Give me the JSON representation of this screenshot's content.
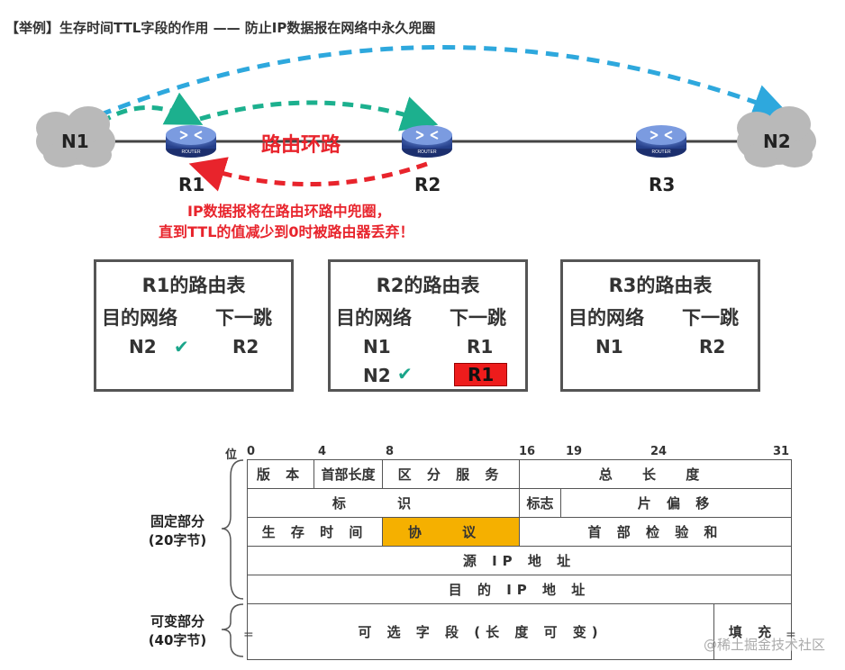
{
  "title": "【举例】生存时间TTL字段的作用 —— 防止IP数据报在网络中永久兜圈",
  "colors": {
    "blue_arrow": "#2ea8dd",
    "green_arrow": "#1cb08e",
    "red_arrow": "#e8242c",
    "highlight_cell": "#f5b000",
    "drop_cell": "#ee1c1c"
  },
  "network": {
    "clouds": [
      {
        "label": "N1"
      },
      {
        "label": "N2"
      }
    ],
    "routers": [
      {
        "label": "R1",
        "icon_text": "ROUTER"
      },
      {
        "label": "R2",
        "icon_text": "ROUTER"
      },
      {
        "label": "R3",
        "icon_text": "ROUTER"
      }
    ],
    "loop_label": "路由环路",
    "warning_lines": [
      "IP数据报将在路由环路中兜圈，",
      "直到TTL的值减少到0时被路由器丢弃！"
    ]
  },
  "routing_tables": [
    {
      "title": "R1的路由表",
      "col_dest": "目的网络",
      "col_next": "下一跳",
      "rows": [
        {
          "dest": "N2",
          "next": "R2",
          "check": true
        }
      ]
    },
    {
      "title": "R2的路由表",
      "col_dest": "目的网络",
      "col_next": "下一跳",
      "rows": [
        {
          "dest": "N1",
          "next": "R1",
          "check": false
        },
        {
          "dest": "N2",
          "next": "R1",
          "check": true,
          "highlight": true
        }
      ]
    },
    {
      "title": "R3的路由表",
      "col_dest": "目的网络",
      "col_next": "下一跳",
      "rows": [
        {
          "dest": "N1",
          "next": "R2",
          "check": false
        }
      ]
    }
  ],
  "ip_header": {
    "bit_label": "位",
    "bit_numbers": [
      "0",
      "4",
      "8",
      "16",
      "19",
      "24",
      "31"
    ],
    "fixed_label": [
      "固定部分",
      "(20字节)"
    ],
    "variable_label": [
      "可变部分",
      "(40字节)"
    ],
    "rows": [
      [
        "版 本",
        "首部长度",
        "区 分 服 务",
        "总 长 度"
      ],
      [
        "标 识",
        "标志",
        "片 偏 移"
      ],
      [
        "生 存 时 间",
        "协 议",
        "首 部 检 验 和"
      ],
      [
        "源 IP 地 址"
      ],
      [
        "目 的 IP 地 址"
      ],
      [
        "可 选 字 段 (长 度 可 变)",
        "填 充"
      ]
    ],
    "eq_mark": "="
  },
  "watermark": "@稀土掘金技术社区"
}
